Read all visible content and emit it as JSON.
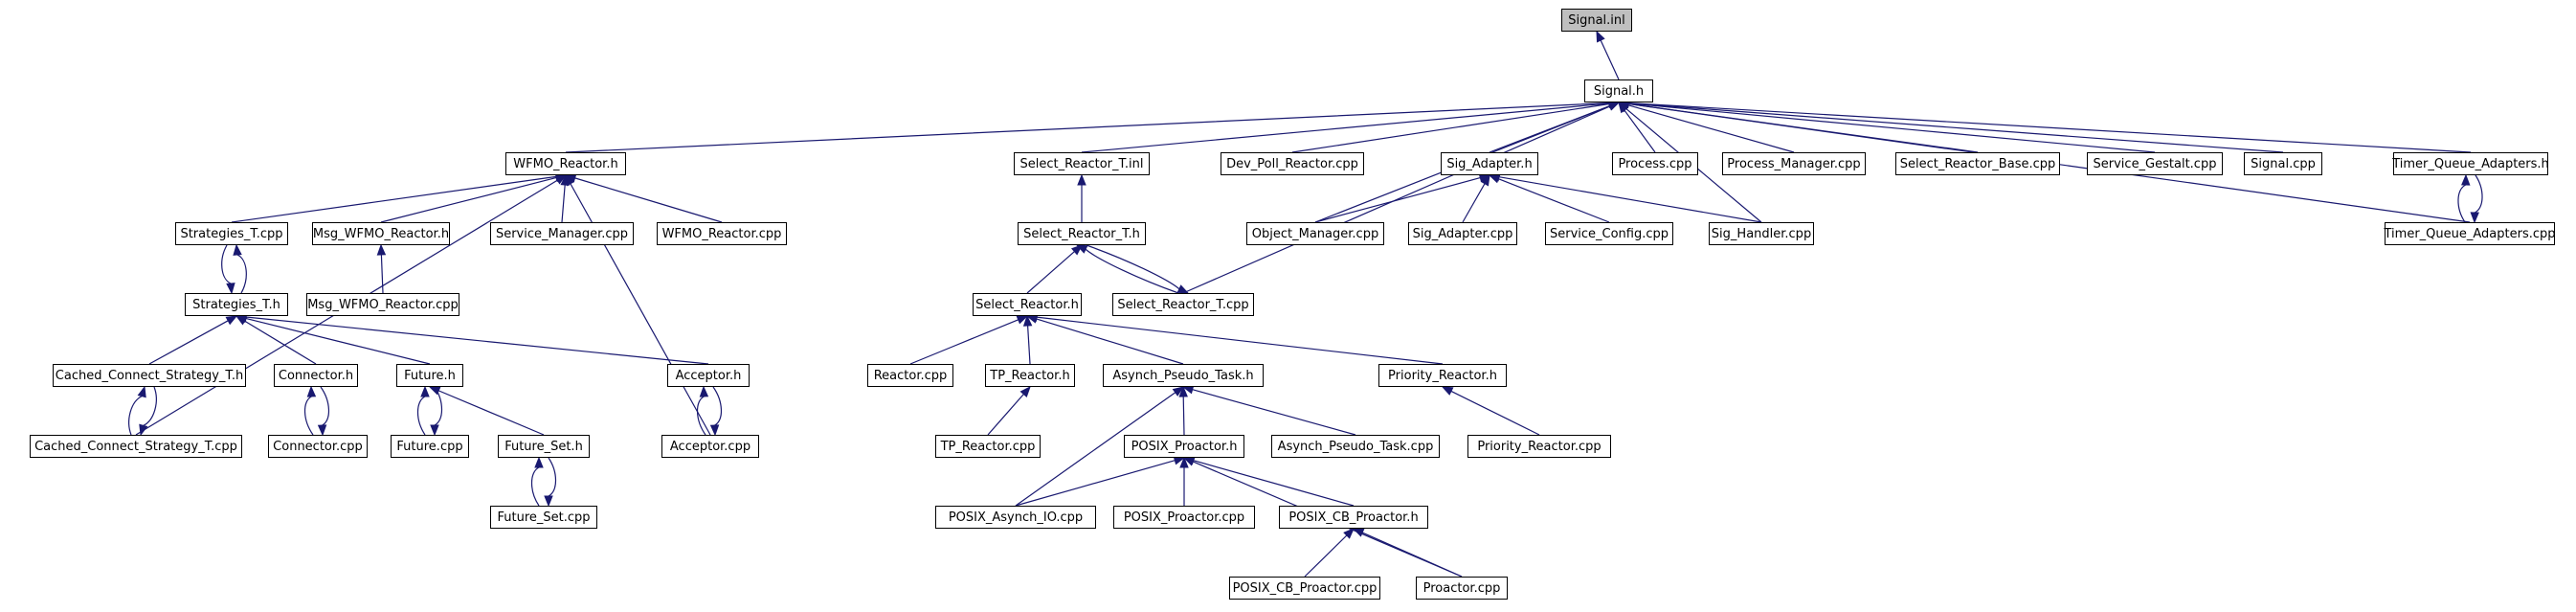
{
  "graph": {
    "nodes": [
      {
        "id": "signal_inl",
        "label": "Signal.inl",
        "root": true
      },
      {
        "id": "signal_h",
        "label": "Signal.h"
      },
      {
        "id": "wfmo_reactor_h",
        "label": "WFMO_Reactor.h"
      },
      {
        "id": "select_reactor_t_inl",
        "label": "Select_Reactor_T.inl"
      },
      {
        "id": "dev_poll_reactor_cpp",
        "label": "Dev_Poll_Reactor.cpp"
      },
      {
        "id": "sig_adapter_h",
        "label": "Sig_Adapter.h"
      },
      {
        "id": "process_cpp",
        "label": "Process.cpp"
      },
      {
        "id": "process_manager_cpp",
        "label": "Process_Manager.cpp"
      },
      {
        "id": "select_reactor_base_cpp",
        "label": "Select_Reactor_Base.cpp"
      },
      {
        "id": "service_gestalt_cpp",
        "label": "Service_Gestalt.cpp"
      },
      {
        "id": "signal_cpp",
        "label": "Signal.cpp"
      },
      {
        "id": "timer_queue_adapters_h",
        "label": "Timer_Queue_Adapters.h"
      },
      {
        "id": "strategies_t_cpp",
        "label": "Strategies_T.cpp"
      },
      {
        "id": "msg_wfmo_reactor_h",
        "label": "Msg_WFMO_Reactor.h"
      },
      {
        "id": "service_manager_cpp",
        "label": "Service_Manager.cpp"
      },
      {
        "id": "wfmo_reactor_cpp",
        "label": "WFMO_Reactor.cpp"
      },
      {
        "id": "select_reactor_t_h",
        "label": "Select_Reactor_T.h"
      },
      {
        "id": "object_manager_cpp",
        "label": "Object_Manager.cpp"
      },
      {
        "id": "sig_adapter_cpp",
        "label": "Sig_Adapter.cpp"
      },
      {
        "id": "service_config_cpp",
        "label": "Service_Config.cpp"
      },
      {
        "id": "sig_handler_cpp",
        "label": "Sig_Handler.cpp"
      },
      {
        "id": "timer_queue_adapters_cpp",
        "label": "Timer_Queue_Adapters.cpp"
      },
      {
        "id": "strategies_t_h",
        "label": "Strategies_T.h"
      },
      {
        "id": "msg_wfmo_reactor_cpp",
        "label": "Msg_WFMO_Reactor.cpp"
      },
      {
        "id": "select_reactor_h",
        "label": "Select_Reactor.h"
      },
      {
        "id": "select_reactor_t_cpp",
        "label": "Select_Reactor_T.cpp"
      },
      {
        "id": "cached_connect_strategy_t_h",
        "label": "Cached_Connect_Strategy_T.h"
      },
      {
        "id": "connector_h",
        "label": "Connector.h"
      },
      {
        "id": "future_h",
        "label": "Future.h"
      },
      {
        "id": "acceptor_h",
        "label": "Acceptor.h"
      },
      {
        "id": "reactor_cpp",
        "label": "Reactor.cpp"
      },
      {
        "id": "tp_reactor_h",
        "label": "TP_Reactor.h"
      },
      {
        "id": "asynch_pseudo_task_h",
        "label": "Asynch_Pseudo_Task.h"
      },
      {
        "id": "priority_reactor_h",
        "label": "Priority_Reactor.h"
      },
      {
        "id": "cached_connect_strategy_t_cpp",
        "label": "Cached_Connect_Strategy_T.cpp"
      },
      {
        "id": "connector_cpp",
        "label": "Connector.cpp"
      },
      {
        "id": "future_cpp",
        "label": "Future.cpp"
      },
      {
        "id": "future_set_h",
        "label": "Future_Set.h"
      },
      {
        "id": "acceptor_cpp",
        "label": "Acceptor.cpp"
      },
      {
        "id": "tp_reactor_cpp",
        "label": "TP_Reactor.cpp"
      },
      {
        "id": "posix_proactor_h",
        "label": "POSIX_Proactor.h"
      },
      {
        "id": "asynch_pseudo_task_cpp",
        "label": "Asynch_Pseudo_Task.cpp"
      },
      {
        "id": "priority_reactor_cpp",
        "label": "Priority_Reactor.cpp"
      },
      {
        "id": "future_set_cpp",
        "label": "Future_Set.cpp"
      },
      {
        "id": "posix_asynch_io_cpp",
        "label": "POSIX_Asynch_IO.cpp"
      },
      {
        "id": "posix_proactor_cpp",
        "label": "POSIX_Proactor.cpp"
      },
      {
        "id": "posix_cb_proactor_h",
        "label": "POSIX_CB_Proactor.h"
      },
      {
        "id": "posix_cb_proactor_cpp",
        "label": "POSIX_CB_Proactor.cpp"
      },
      {
        "id": "proactor_cpp",
        "label": "Proactor.cpp"
      }
    ],
    "edges": [
      [
        "signal_h",
        "signal_inl"
      ],
      [
        "wfmo_reactor_h",
        "signal_h"
      ],
      [
        "select_reactor_t_inl",
        "signal_h"
      ],
      [
        "dev_poll_reactor_cpp",
        "signal_h"
      ],
      [
        "sig_adapter_h",
        "signal_h"
      ],
      [
        "process_cpp",
        "signal_h"
      ],
      [
        "process_manager_cpp",
        "signal_h"
      ],
      [
        "select_reactor_base_cpp",
        "signal_h"
      ],
      [
        "service_gestalt_cpp",
        "signal_h"
      ],
      [
        "signal_cpp",
        "signal_h"
      ],
      [
        "timer_queue_adapters_h",
        "signal_h"
      ],
      [
        "object_manager_cpp",
        "signal_h"
      ],
      [
        "sig_handler_cpp",
        "signal_h"
      ],
      [
        "timer_queue_adapters_cpp",
        "signal_h"
      ],
      [
        "select_reactor_t_cpp",
        "signal_h"
      ],
      [
        "strategies_t_cpp",
        "wfmo_reactor_h"
      ],
      [
        "msg_wfmo_reactor_h",
        "wfmo_reactor_h"
      ],
      [
        "service_manager_cpp",
        "wfmo_reactor_h"
      ],
      [
        "wfmo_reactor_cpp",
        "wfmo_reactor_h"
      ],
      [
        "cached_connect_strategy_t_cpp",
        "wfmo_reactor_h"
      ],
      [
        "acceptor_cpp",
        "wfmo_reactor_h"
      ],
      [
        "msg_wfmo_reactor_cpp",
        "msg_wfmo_reactor_h"
      ],
      [
        "strategies_t_h",
        "strategies_t_cpp"
      ],
      [
        "strategies_t_cpp",
        "strategies_t_h"
      ],
      [
        "cached_connect_strategy_t_h",
        "strategies_t_h"
      ],
      [
        "connector_h",
        "strategies_t_h"
      ],
      [
        "future_h",
        "strategies_t_h"
      ],
      [
        "acceptor_h",
        "strategies_t_h"
      ],
      [
        "cached_connect_strategy_t_cpp",
        "cached_connect_strategy_t_h"
      ],
      [
        "cached_connect_strategy_t_h",
        "cached_connect_strategy_t_cpp"
      ],
      [
        "connector_cpp",
        "connector_h"
      ],
      [
        "connector_h",
        "connector_cpp"
      ],
      [
        "future_cpp",
        "future_h"
      ],
      [
        "future_h",
        "future_cpp"
      ],
      [
        "future_set_h",
        "future_h"
      ],
      [
        "future_set_cpp",
        "future_set_h"
      ],
      [
        "future_set_h",
        "future_set_cpp"
      ],
      [
        "acceptor_cpp",
        "acceptor_h"
      ],
      [
        "acceptor_h",
        "acceptor_cpp"
      ],
      [
        "select_reactor_t_h",
        "select_reactor_t_inl"
      ],
      [
        "select_reactor_t_cpp",
        "select_reactor_t_h"
      ],
      [
        "select_reactor_t_h",
        "select_reactor_t_cpp"
      ],
      [
        "select_reactor_h",
        "select_reactor_t_h"
      ],
      [
        "reactor_cpp",
        "select_reactor_h"
      ],
      [
        "tp_reactor_h",
        "select_reactor_h"
      ],
      [
        "asynch_pseudo_task_h",
        "select_reactor_h"
      ],
      [
        "priority_reactor_h",
        "select_reactor_h"
      ],
      [
        "tp_reactor_cpp",
        "tp_reactor_h"
      ],
      [
        "posix_proactor_h",
        "asynch_pseudo_task_h"
      ],
      [
        "asynch_pseudo_task_cpp",
        "asynch_pseudo_task_h"
      ],
      [
        "posix_asynch_io_cpp",
        "asynch_pseudo_task_h"
      ],
      [
        "priority_reactor_cpp",
        "priority_reactor_h"
      ],
      [
        "posix_asynch_io_cpp",
        "posix_proactor_h"
      ],
      [
        "posix_proactor_cpp",
        "posix_proactor_h"
      ],
      [
        "posix_cb_proactor_h",
        "posix_proactor_h"
      ],
      [
        "proactor_cpp",
        "posix_proactor_h"
      ],
      [
        "posix_cb_proactor_cpp",
        "posix_cb_proactor_h"
      ],
      [
        "proactor_cpp",
        "posix_cb_proactor_h"
      ],
      [
        "object_manager_cpp",
        "sig_adapter_h"
      ],
      [
        "sig_adapter_cpp",
        "sig_adapter_h"
      ],
      [
        "service_config_cpp",
        "sig_adapter_h"
      ],
      [
        "sig_handler_cpp",
        "sig_adapter_h"
      ],
      [
        "timer_queue_adapters_cpp",
        "timer_queue_adapters_h"
      ],
      [
        "timer_queue_adapters_h",
        "timer_queue_adapters_cpp"
      ]
    ]
  },
  "colors": {
    "edge": "#191970",
    "node_border": "#000000",
    "root_fill": "#bfbfbf",
    "node_fill": "#ffffff"
  }
}
